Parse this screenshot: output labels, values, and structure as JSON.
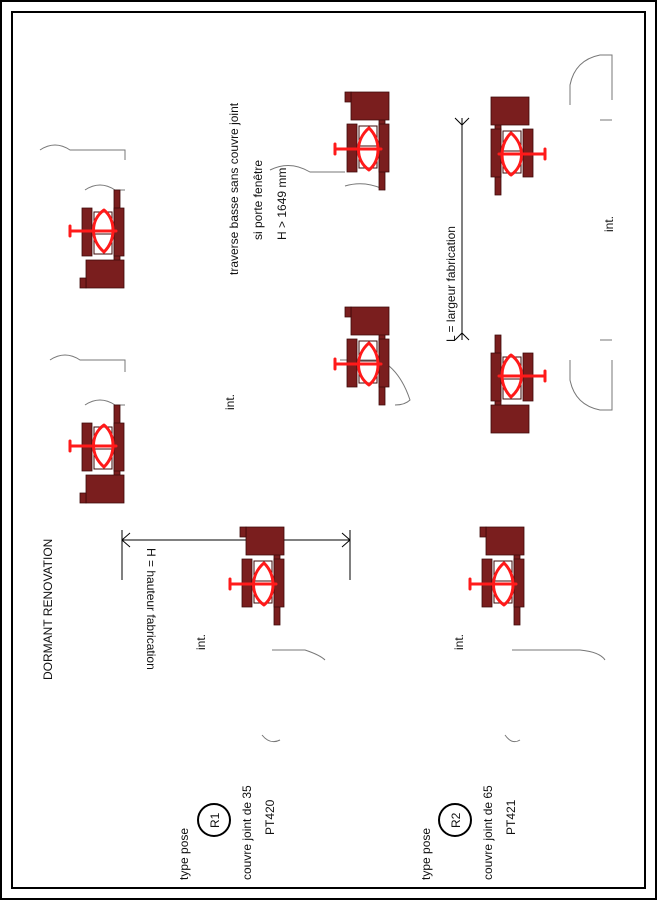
{
  "title": "DORMANT RENOVATION",
  "labels": {
    "int": "int.",
    "dim_h": "H = hauteur fabrication",
    "dim_l": "L = largeur fabrication",
    "note_line1": "traverse basse sans couvre joint",
    "note_line2": "si porte fenêtre",
    "note_line3": "H > 1649 mm"
  },
  "pose_types": [
    {
      "type_label": "type pose",
      "code": "R1",
      "couvre_joint": "couvre joint de 35",
      "ref": "PT420"
    },
    {
      "type_label": "type pose",
      "code": "R2",
      "couvre_joint": "couvre joint de 65",
      "ref": "PT421"
    }
  ],
  "colors": {
    "profile": "#7a1e1e",
    "gasket": "#ff1a1a",
    "cover": "#777777"
  }
}
